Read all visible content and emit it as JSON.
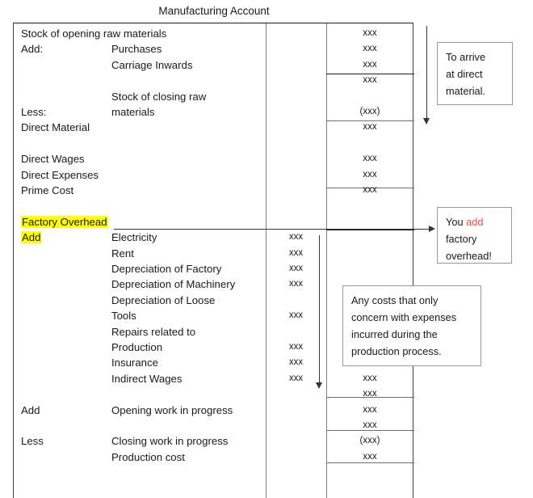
{
  "document": {
    "title": "Manufacturing Account"
  },
  "ledger": {
    "rows": [
      {
        "label": "Stock of opening raw materials",
        "desc": "",
        "amount1": "",
        "amount2": "xxx"
      },
      {
        "label": "Add:",
        "desc": "Purchases",
        "amount1": "",
        "amount2": "xxx"
      },
      {
        "label": "",
        "desc": "Carriage Inwards",
        "amount1": "",
        "amount2": "xxx"
      },
      {
        "label": "",
        "desc": "",
        "amount1": "",
        "amount2": "xxx"
      },
      {
        "label": "",
        "desc": "Stock of closing raw",
        "amount1": "",
        "amount2": ""
      },
      {
        "label": "Less:",
        "desc": "materials",
        "amount1": "",
        "amount2": "(xxx)"
      },
      {
        "label": "Direct Material",
        "desc": "",
        "amount1": "",
        "amount2": "xxx"
      },
      {
        "label": "",
        "desc": "",
        "amount1": "",
        "amount2": ""
      },
      {
        "label": "Direct Wages",
        "desc": "",
        "amount1": "",
        "amount2": "xxx"
      },
      {
        "label": "Direct Expenses",
        "desc": "",
        "amount1": "",
        "amount2": "xxx"
      },
      {
        "label": "Prime Cost",
        "desc": "",
        "amount1": "",
        "amount2": "xxx"
      },
      {
        "label": "",
        "desc": "",
        "amount1": "",
        "amount2": ""
      },
      {
        "label": "Factory Overhead",
        "desc": "",
        "amount1": "",
        "amount2": "",
        "highlight": true
      },
      {
        "label": "Add",
        "desc": "Electricity",
        "amount1": "xxx",
        "amount2": "",
        "highlight_label": true
      },
      {
        "label": "",
        "desc": "Rent",
        "amount1": "xxx",
        "amount2": ""
      },
      {
        "label": "",
        "desc": "Depreciation of Factory",
        "amount1": "xxx",
        "amount2": ""
      },
      {
        "label": "",
        "desc": "Depreciation of Machinery",
        "amount1": "xxx",
        "amount2": ""
      },
      {
        "label": "",
        "desc": "Depreciation of Loose",
        "amount1": "",
        "amount2": ""
      },
      {
        "label": "",
        "desc": "Tools",
        "amount1": "xxx",
        "amount2": ""
      },
      {
        "label": "",
        "desc": "Repairs related to",
        "amount1": "",
        "amount2": ""
      },
      {
        "label": "",
        "desc": "Production",
        "amount1": "xxx",
        "amount2": ""
      },
      {
        "label": "",
        "desc": "Insurance",
        "amount1": "xxx",
        "amount2": ""
      },
      {
        "label": "",
        "desc": "Indirect Wages",
        "amount1": "xxx",
        "amount2": "xxx"
      },
      {
        "label": "",
        "desc": "",
        "amount1": "",
        "amount2": "xxx"
      },
      {
        "label": "Add",
        "desc": "Opening work in progress",
        "amount1": "",
        "amount2": "xxx"
      },
      {
        "label": "",
        "desc": "",
        "amount1": "",
        "amount2": "xxx"
      },
      {
        "label": "Less",
        "desc": "Closing work in progress",
        "amount1": "",
        "amount2": "(xxx)"
      },
      {
        "label": "",
        "desc": "Production cost",
        "amount1": "",
        "amount2": "xxx"
      }
    ]
  },
  "callouts": {
    "direct_material": {
      "line1": "To arrive",
      "line2": "at direct",
      "line3": "material."
    },
    "add_overhead": {
      "line1_pre": "You ",
      "line1_accent": "add",
      "line2": "factory",
      "line3": "overhead!",
      "accent_color": "#fc4b3c"
    },
    "factory_costs": {
      "line1": "Any costs that only",
      "line2": "concern with expenses",
      "line3": "incurred during the",
      "line4": "production process."
    }
  },
  "highlight_color": "#ffff00"
}
